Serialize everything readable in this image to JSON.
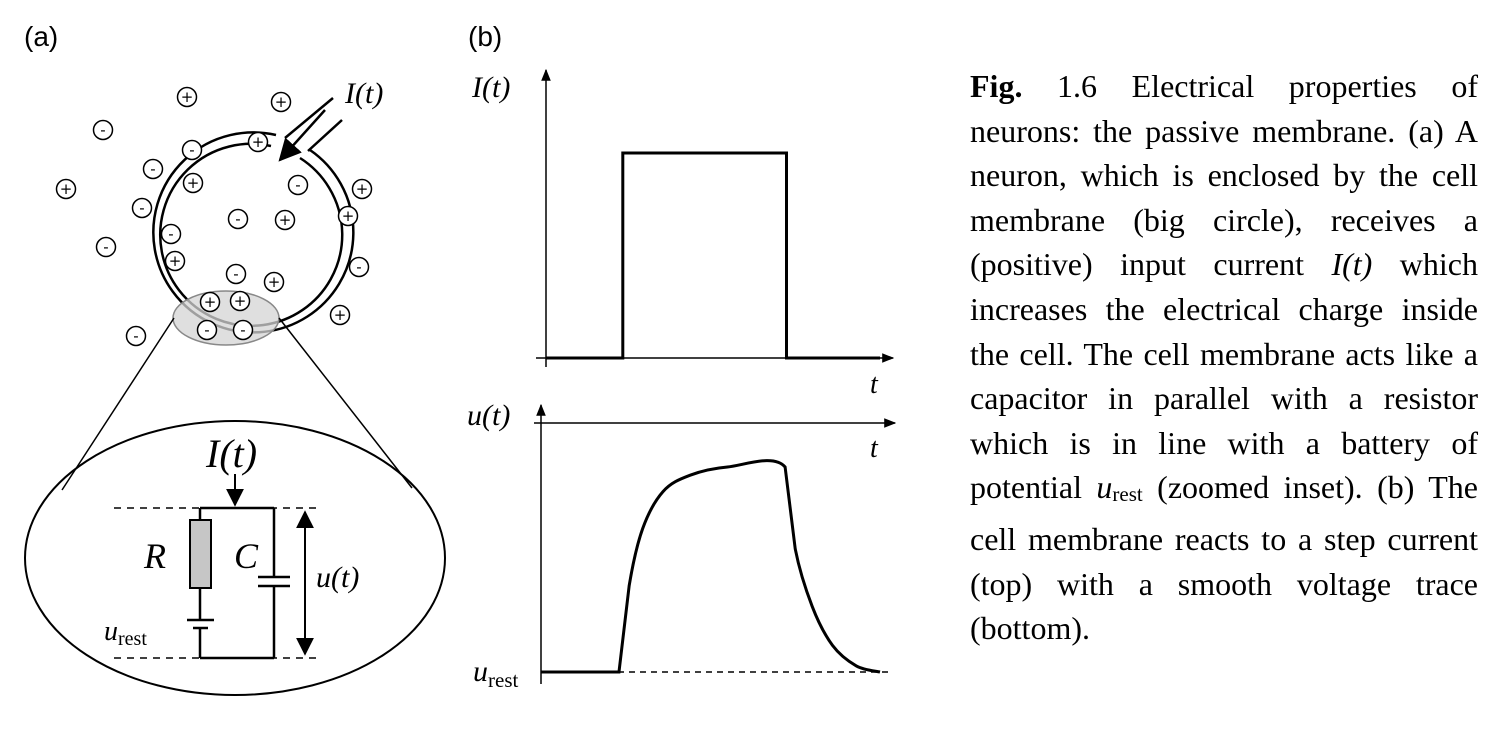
{
  "panels": {
    "a": {
      "label": "(a)"
    },
    "b": {
      "label": "(b)"
    }
  },
  "neuron": {
    "input_current": "I(t)",
    "charges": {
      "plus": "+",
      "minus": "-"
    }
  },
  "circuit": {
    "current": "I(t)",
    "resistor": "R",
    "capacitor": "C",
    "voltage": "u(t)",
    "battery": {
      "symbol": "u",
      "sub": "rest"
    }
  },
  "plots": {
    "top": {
      "ylabel": "I(t)",
      "xlabel": "t"
    },
    "bottom": {
      "ylabel": "u(t)",
      "xlabel": "t",
      "baseline": {
        "symbol": "u",
        "sub": "rest"
      }
    }
  },
  "chart_data": [
    {
      "type": "line",
      "ylabel": "I(t)",
      "xlabel": "t",
      "series": [
        {
          "x": [
            0.0,
            0.23,
            0.23,
            0.72,
            0.72,
            1.0
          ],
          "values": [
            0,
            0,
            1,
            1,
            0,
            0
          ]
        }
      ]
    },
    {
      "type": "line",
      "ylabel": "u(t)",
      "xlabel": "t",
      "baseline_label": "u_rest",
      "series": [
        {
          "x": [
            0.0,
            0.23,
            0.26,
            0.3,
            0.36,
            0.44,
            0.55,
            0.72,
            0.75,
            0.8,
            0.86,
            0.93,
            1.0
          ],
          "values": [
            0,
            0,
            0.42,
            0.7,
            0.88,
            0.96,
            1.0,
            1.0,
            0.6,
            0.32,
            0.13,
            0.03,
            0
          ]
        }
      ]
    }
  ],
  "caption": {
    "fig_label": "Fig.",
    "text_1": " 1.6 Electrical properties of neurons: the passive membrane. (a) A neuron, which is enclosed by the cell membrane (big circle), receives a (positive) input current ",
    "current_symbol": "I(t)",
    "text_2": " which increases the electrical charge inside the cell. The cell membrane acts like a capacitor in parallel with a resistor which is in line with a battery of potential ",
    "urest_symbol": "u",
    "urest_sub": "rest",
    "text_3": " (zoomed inset). (b) The cell membrane reacts to a step current (top) with a smooth voltage trace (bottom)."
  }
}
